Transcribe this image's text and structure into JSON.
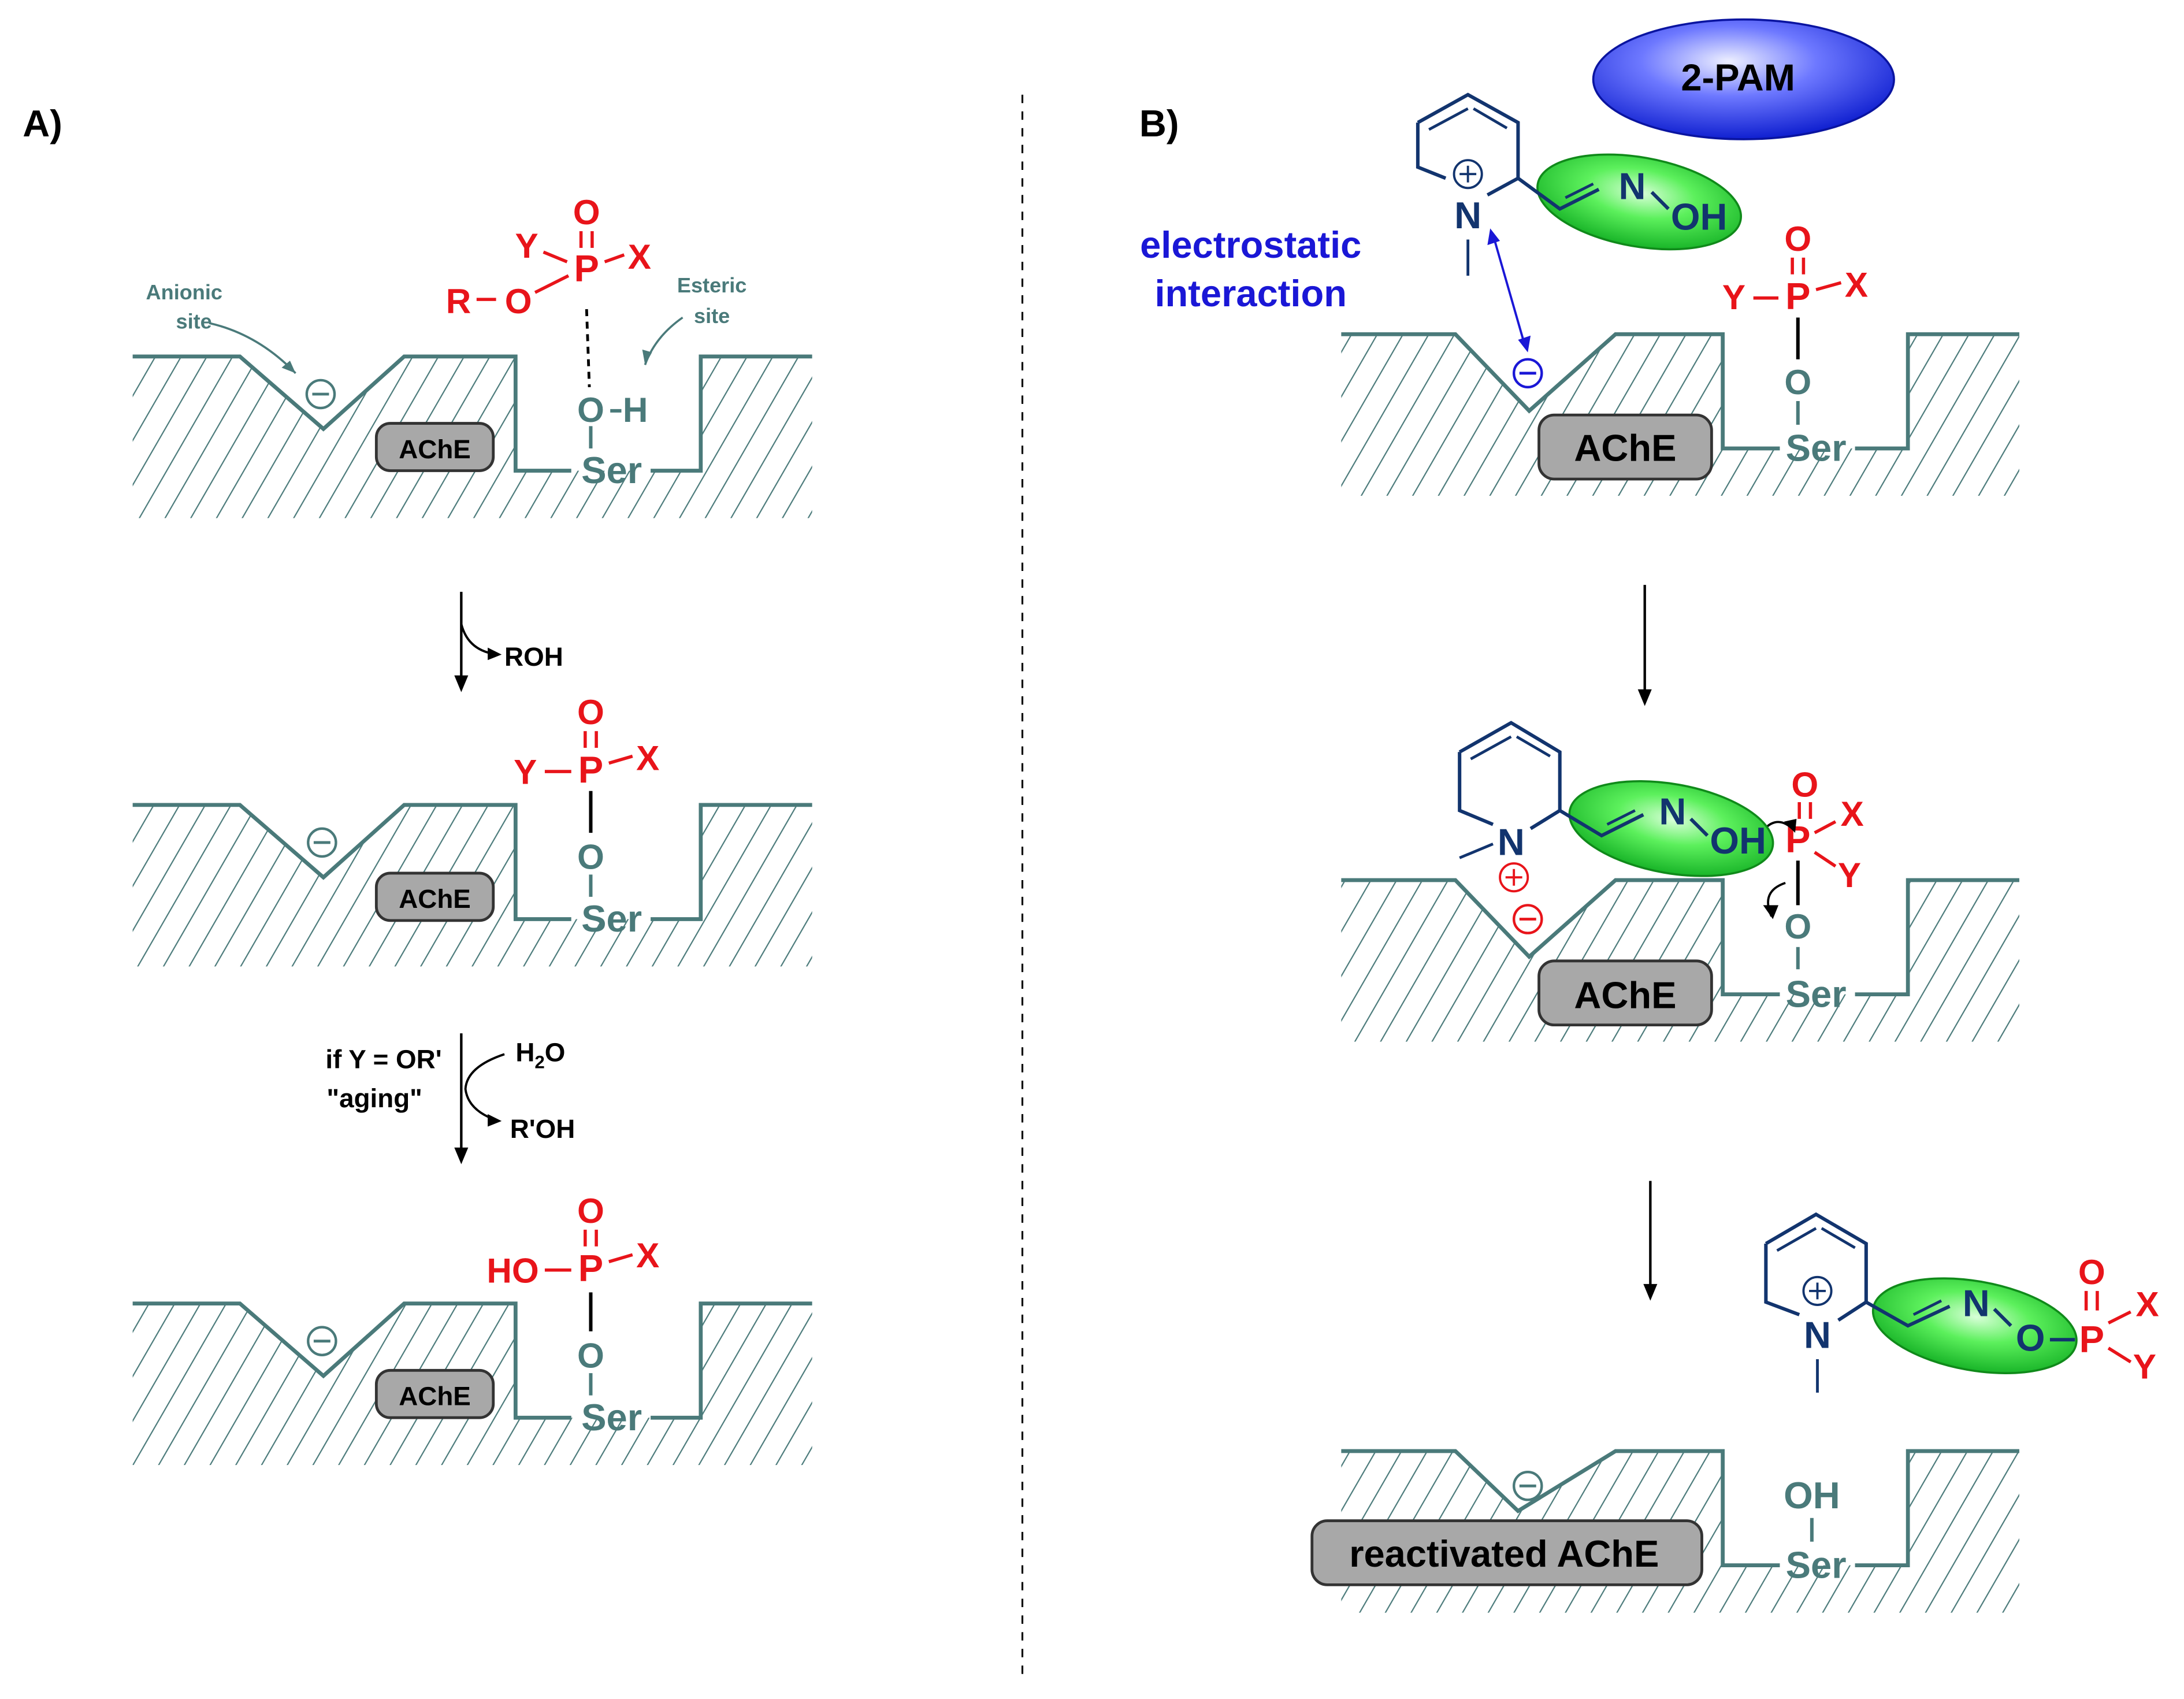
{
  "colors": {
    "surface": "#4a7a7a",
    "phosphorus": "#e8141a",
    "pyridinium": "#12346e",
    "electrostatic": "#1a17d6",
    "oxime_fill": "#35e045",
    "pam_fill": "#2a3ef0",
    "enzyme_box": "#a8a8a8"
  },
  "panel_a": {
    "label": "A)",
    "stage1": {
      "anionic_label": [
        "Anionic",
        "site"
      ],
      "esteric_label": [
        "Esteric",
        "site"
      ],
      "ache": "AChE",
      "ser": "Ser",
      "ser_o": "O",
      "ser_h": "H",
      "p": "P",
      "o_top": "O",
      "y": "Y",
      "x": "X",
      "r": "R",
      "o_link": "O"
    },
    "step1": {
      "byproduct": "ROH"
    },
    "stage2": {
      "ache": "AChE",
      "ser": "Ser",
      "ser_o": "O",
      "p": "P",
      "o_top": "O",
      "y": "Y",
      "x": "X"
    },
    "step2": {
      "condition": "if Y = OR'",
      "name": "\"aging\"",
      "reagent": "H",
      "reagent_sub": "2",
      "reagent_end": "O",
      "byproduct": "R'OH"
    },
    "stage3": {
      "ache": "AChE",
      "ser": "Ser",
      "ser_o": "O",
      "p": "P",
      "o_top": "O",
      "ho": "HO",
      "x": "X"
    }
  },
  "panel_b": {
    "label": "B)",
    "pam_label": "2-PAM",
    "electrostatic": [
      "electrostatic",
      "interaction"
    ],
    "stage1": {
      "ache": "AChE",
      "ser": "Ser",
      "ser_o": "O",
      "p": "P",
      "o_top": "O",
      "y": "Y",
      "x": "X",
      "n_ring": "N",
      "n_oxime": "N",
      "oh": "OH"
    },
    "stage2": {
      "ache": "AChE",
      "ser": "Ser",
      "ser_o": "O",
      "p": "P",
      "o_top": "O",
      "y": "Y",
      "x": "X",
      "n_ring": "N",
      "n_oxime": "N",
      "oh": "OH"
    },
    "stage3": {
      "ache": "reactivated AChE",
      "ser": "Ser",
      "oh": "OH",
      "n_ring": "N",
      "n_oxime": "N",
      "o_link": "O",
      "p": "P",
      "o_top": "O",
      "y": "Y",
      "x": "X"
    }
  }
}
